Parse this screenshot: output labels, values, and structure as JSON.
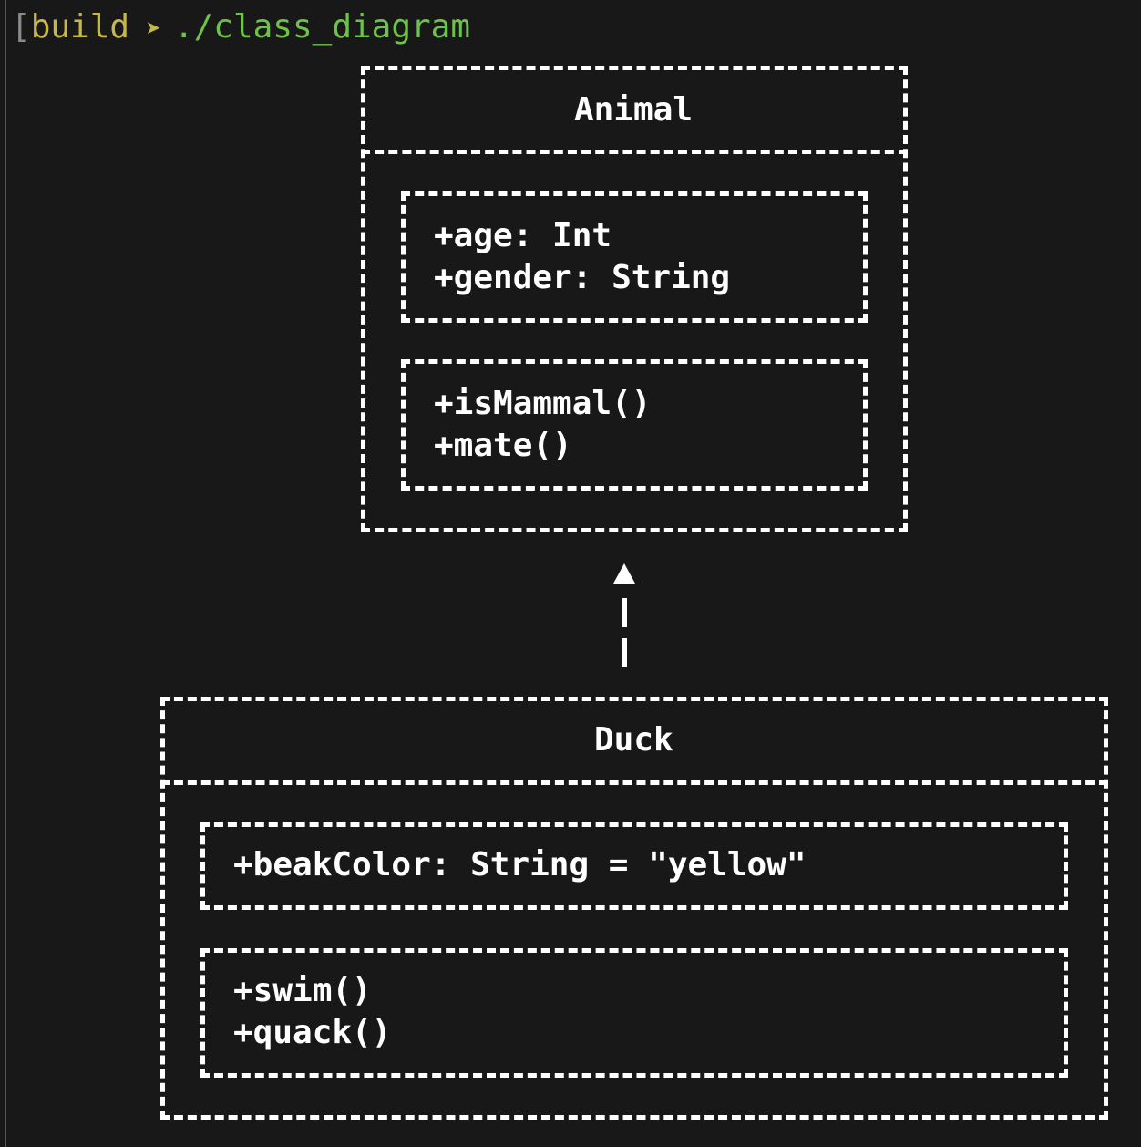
{
  "terminal": {
    "bracket": "[",
    "directory": "build",
    "prompt_arrow": "➤",
    "command": "./class_diagram"
  },
  "diagram": {
    "classes": [
      {
        "name": "Animal",
        "attributes": [
          "+age: Int",
          "+gender: String"
        ],
        "methods": [
          "+isMammal()",
          "+mate()"
        ]
      },
      {
        "name": "Duck",
        "attributes": [
          "+beakColor: String = \"yellow\""
        ],
        "methods": [
          "+swim()",
          "+quack()"
        ]
      }
    ],
    "relation": {
      "from": "Duck",
      "to": "Animal",
      "arrow": "▲"
    }
  },
  "colors": {
    "background": "#181818",
    "text": "#ffffff",
    "prompt_dir": "#c6b74b",
    "prompt_command": "#6ec14a"
  }
}
